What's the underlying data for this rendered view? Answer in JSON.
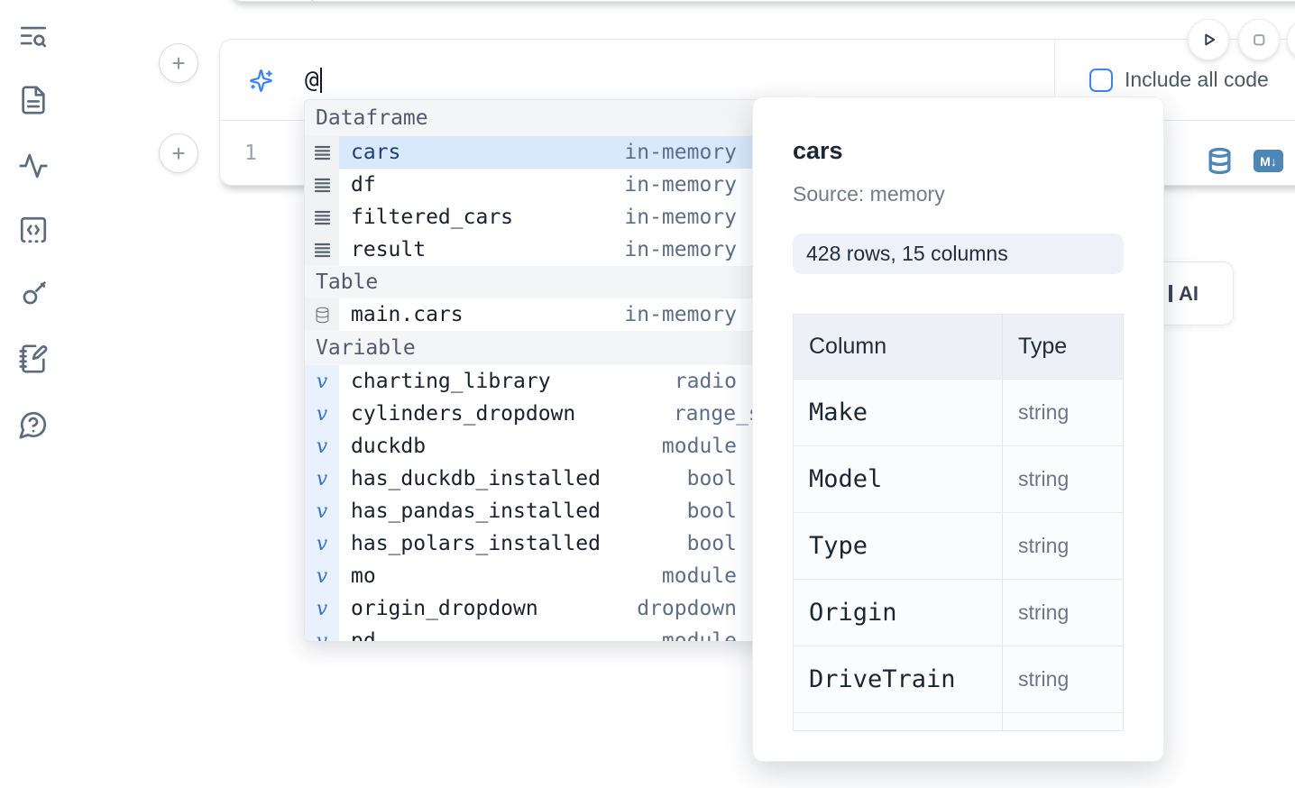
{
  "sidebar": {
    "items": [
      {
        "icon": "list-search-icon"
      },
      {
        "icon": "file-text-icon"
      },
      {
        "icon": "activity-icon"
      },
      {
        "icon": "code-snippets-icon"
      },
      {
        "icon": "key-icon"
      },
      {
        "icon": "notebook-pen-icon"
      },
      {
        "icon": "help-chat-icon"
      }
    ]
  },
  "cell_actions": {
    "run_icon": "play-icon",
    "stop_icon": "stop-icon"
  },
  "ai_prompt": {
    "value": "@",
    "include_all_code_label": "Include all code",
    "checkbox_checked": false
  },
  "code_cell": {
    "line_number": "1",
    "markdown_badge": "M↓"
  },
  "add_cell_button_label": "+",
  "autocomplete": {
    "variable_icon_glyph": "v",
    "sections": [
      {
        "label": "Dataframe",
        "items": [
          {
            "name": "cars",
            "type": "in-memory",
            "selected": true
          },
          {
            "name": "df",
            "type": "in-memory",
            "selected": false
          },
          {
            "name": "filtered_cars",
            "type": "in-memory",
            "selected": false
          },
          {
            "name": "result",
            "type": "in-memory",
            "selected": false
          }
        ]
      },
      {
        "label": "Table",
        "items": [
          {
            "name": "main.cars",
            "type": "in-memory",
            "selected": false
          }
        ]
      },
      {
        "label": "Variable",
        "items": [
          {
            "name": "charting_library",
            "type": "radio",
            "selected": false
          },
          {
            "name": "cylinders_dropdown",
            "type": "range_slider",
            "selected": false
          },
          {
            "name": "duckdb",
            "type": "module",
            "selected": false
          },
          {
            "name": "has_duckdb_installed",
            "type": "bool",
            "selected": false
          },
          {
            "name": "has_pandas_installed",
            "type": "bool",
            "selected": false
          },
          {
            "name": "has_polars_installed",
            "type": "bool",
            "selected": false
          },
          {
            "name": "mo",
            "type": "module",
            "selected": false
          },
          {
            "name": "origin_dropdown",
            "type": "dropdown",
            "selected": false
          },
          {
            "name": "pd",
            "type": "module",
            "selected": false
          }
        ]
      }
    ]
  },
  "preview": {
    "title": "cars",
    "source": "Source: memory",
    "shape": "428 rows, 15 columns",
    "columns_table": {
      "headers": [
        "Column",
        "Type"
      ],
      "rows": [
        [
          "Make",
          "string"
        ],
        [
          "Model",
          "string"
        ],
        [
          "Type",
          "string"
        ],
        [
          "Origin",
          "string"
        ],
        [
          "DriveTrain",
          "string"
        ]
      ]
    }
  },
  "ai_button": {
    "visible_label": "AI"
  },
  "colors": {
    "accent_blue": "#3b82f6",
    "steel_blue": "#4d87b8",
    "selected_row": "#d8e9fd"
  }
}
